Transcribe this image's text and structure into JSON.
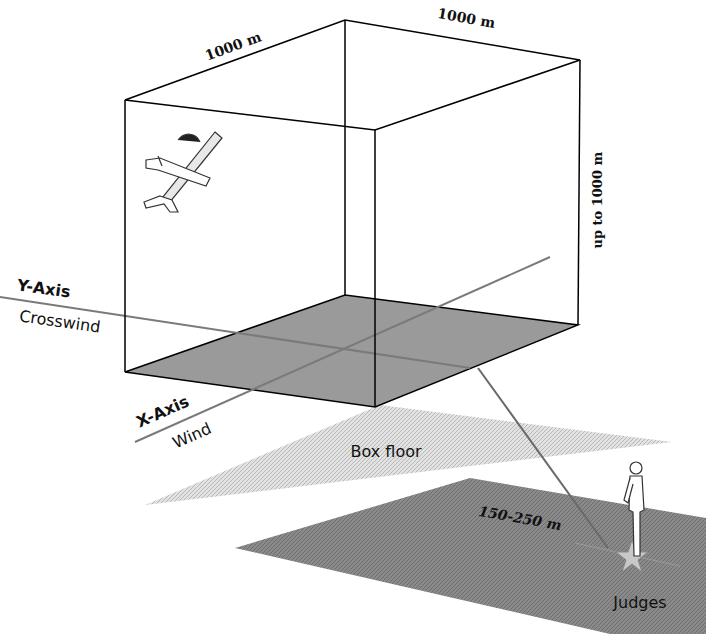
{
  "diagram": {
    "labels": [
      "1000 m",
      "1000 m",
      "up to 1000 m",
      "Y-Axis",
      "Crosswind",
      "X-Axis",
      "Wind",
      "Box floor",
      "150-250 m",
      "Judges"
    ]
  }
}
